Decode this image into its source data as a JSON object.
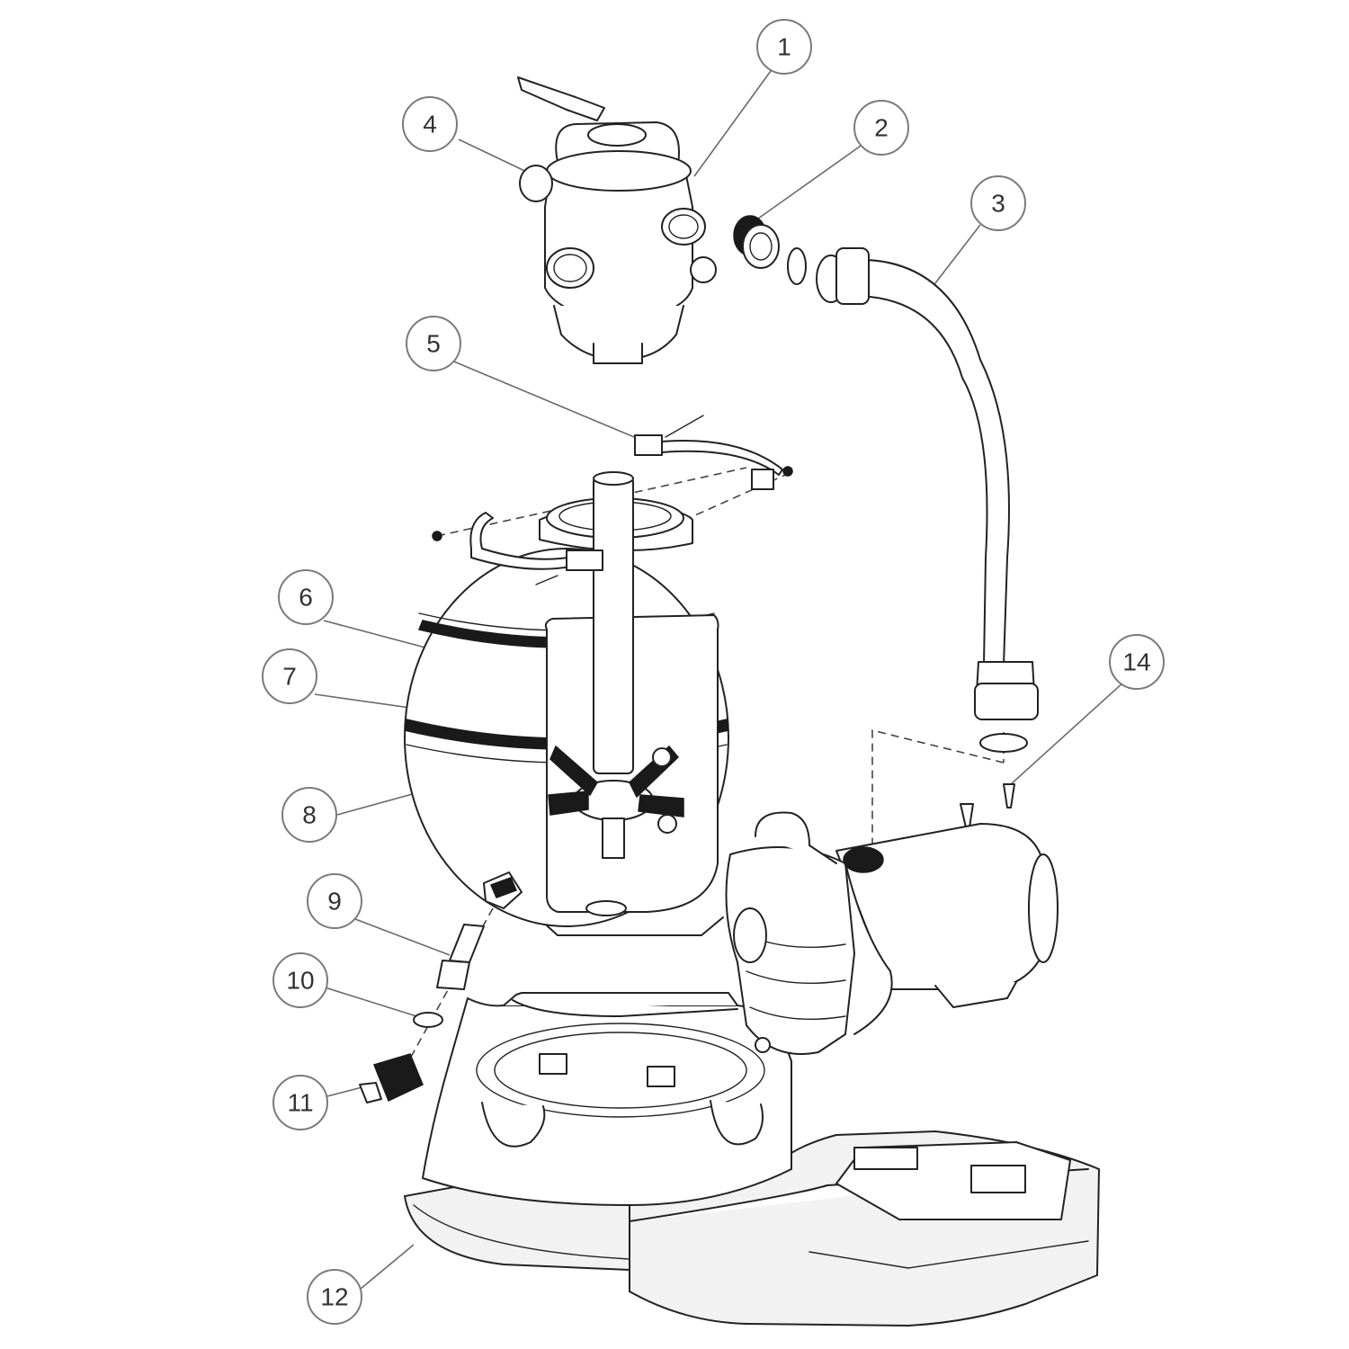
{
  "callouts": [
    {
      "id": "1",
      "label": "1"
    },
    {
      "id": "2",
      "label": "2"
    },
    {
      "id": "3",
      "label": "3"
    },
    {
      "id": "4",
      "label": "4"
    },
    {
      "id": "5",
      "label": "5"
    },
    {
      "id": "6",
      "label": "6"
    },
    {
      "id": "7",
      "label": "7"
    },
    {
      "id": "8",
      "label": "8"
    },
    {
      "id": "9",
      "label": "9"
    },
    {
      "id": "10",
      "label": "10"
    },
    {
      "id": "11",
      "label": "11"
    },
    {
      "id": "12",
      "label": "12"
    },
    {
      "id": "14",
      "label": "14"
    }
  ],
  "colors": {
    "line": "#222222",
    "callout_stroke": "#7a7a7a",
    "background": "#ffffff"
  }
}
